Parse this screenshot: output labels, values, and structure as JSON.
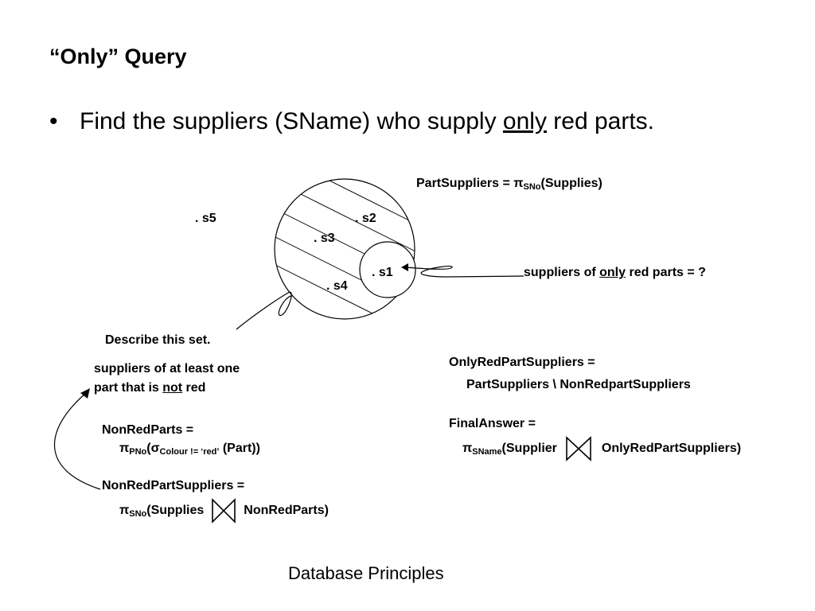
{
  "slide": {
    "title": "“Only” Query",
    "bullet_marker": "•",
    "bullet": {
      "pre": "Find the suppliers (SName) who supply ",
      "underlined": "only",
      "post": " red parts."
    },
    "footer": "Database Principles"
  },
  "diagram": {
    "points": {
      "s5": ". s5",
      "s2": ". s2",
      "s3": ". s3",
      "s1": ". s1",
      "s4": ". s4"
    },
    "part_suppliers": {
      "pre": "PartSuppliers = ",
      "pi": "π",
      "sub": "SNo",
      "post": "(Supplies)"
    },
    "only_red_label": {
      "pre": "suppliers of ",
      "underlined": "only",
      "post": " red parts = ?"
    },
    "describe_label": "Describe this set.",
    "not_red": {
      "line1": "suppliers of at least one",
      "line2_pre": "part that is ",
      "line2_underlined": "not",
      "line2_post": " red"
    },
    "non_red_parts": {
      "line1": "NonRedParts =",
      "pi": "π",
      "pi_sub": "PNo",
      "open": "(",
      "sigma": "σ",
      "sigma_sub": "Colour != ‘red’",
      "post": " (Part))"
    },
    "non_red_part_suppliers": {
      "line1": "NonRedPartSuppliers =",
      "pi": "π",
      "pi_sub": "SNo",
      "pre": "(Supplies",
      "post": "NonRedParts)"
    },
    "only_red_part_suppliers": {
      "line1": "OnlyRedPartSuppliers =",
      "line2": "PartSuppliers \\ NonRedpartSuppliers"
    },
    "final_answer": {
      "line1": "FinalAnswer =",
      "pi": "π",
      "pi_sub": "SName",
      "pre": "(Supplier",
      "post": "OnlyRedPartSuppliers)"
    }
  }
}
